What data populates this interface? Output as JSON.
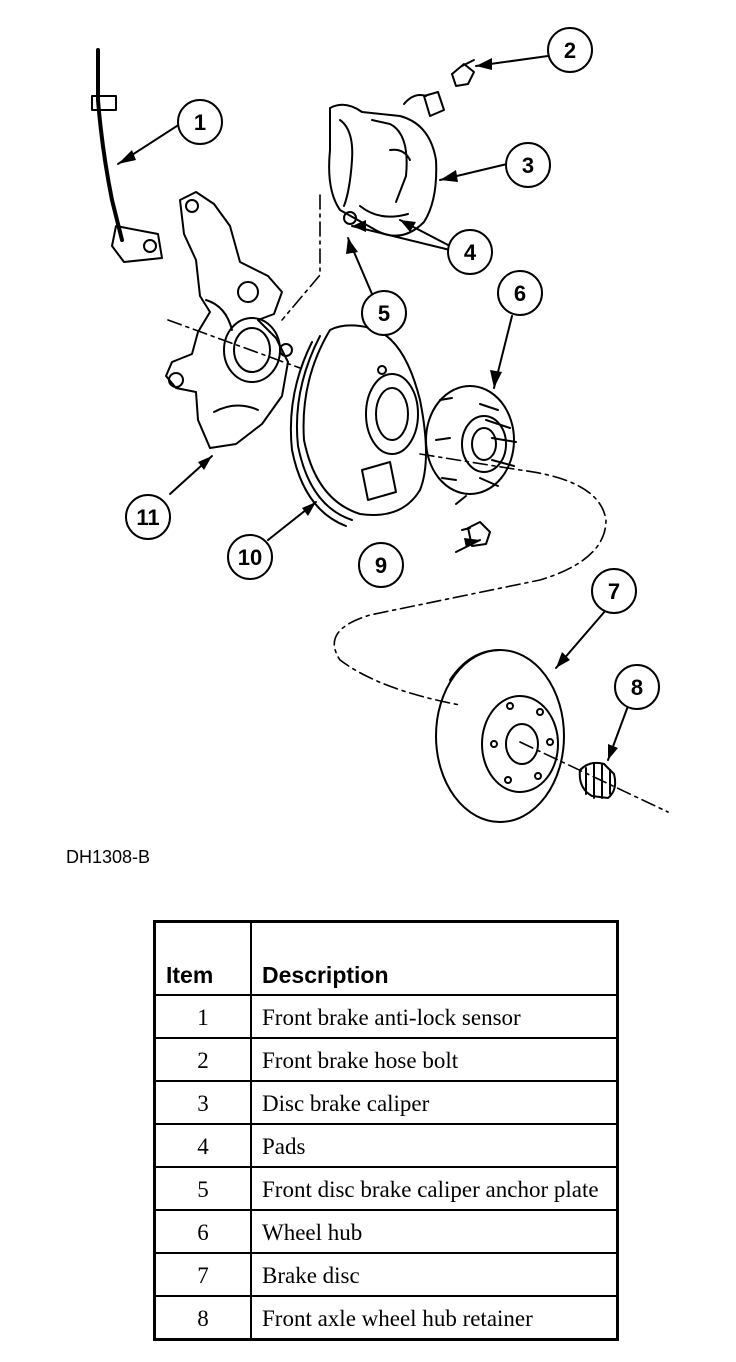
{
  "figure": {
    "code": "DH1308-B",
    "callouts": [
      "1",
      "2",
      "3",
      "4",
      "5",
      "6",
      "7",
      "8",
      "9",
      "10",
      "11"
    ]
  },
  "table": {
    "headers": {
      "item": "Item",
      "description": "Description"
    },
    "rows": [
      {
        "item": "1",
        "description": "Front brake anti-lock sensor"
      },
      {
        "item": "2",
        "description": "Front brake hose bolt"
      },
      {
        "item": "3",
        "description": "Disc brake caliper"
      },
      {
        "item": "4",
        "description": "Pads"
      },
      {
        "item": "5",
        "description": "Front disc brake caliper anchor plate"
      },
      {
        "item": "6",
        "description": "Wheel hub"
      },
      {
        "item": "7",
        "description": "Brake disc"
      },
      {
        "item": "8",
        "description": "Front axle wheel hub retainer"
      }
    ]
  }
}
